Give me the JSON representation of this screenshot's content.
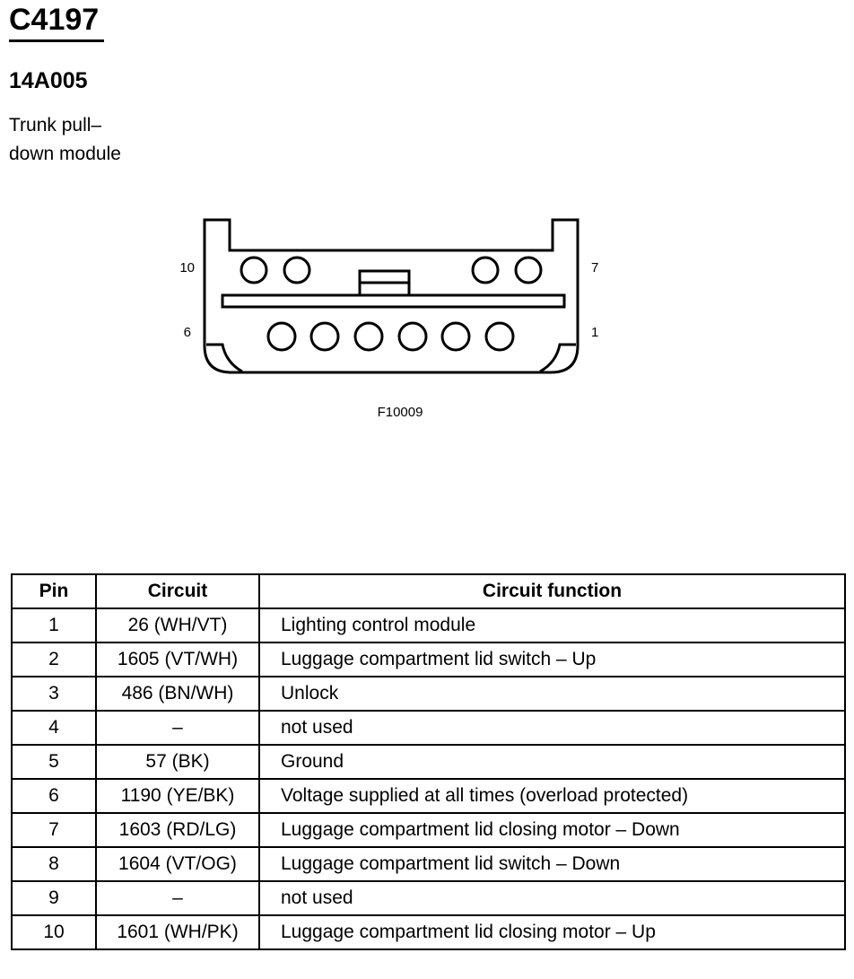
{
  "header": {
    "connector_id": "C4197",
    "part_number": "14A005",
    "description_line1": "Trunk pull–",
    "description_line2": "down module"
  },
  "diagram": {
    "label_top_left": "10",
    "label_top_right": "7",
    "label_bottom_left": "6",
    "label_bottom_right": "1",
    "figure_id": "F10009"
  },
  "table": {
    "headers": [
      "Pin",
      "Circuit",
      "Circuit function"
    ],
    "rows": [
      {
        "pin": "1",
        "circuit": "26 (WH/VT)",
        "function": "Lighting control module"
      },
      {
        "pin": "2",
        "circuit": "1605 (VT/WH)",
        "function": "Luggage compartment lid switch – Up"
      },
      {
        "pin": "3",
        "circuit": "486 (BN/WH)",
        "function": "Unlock"
      },
      {
        "pin": "4",
        "circuit": "–",
        "function": "not used"
      },
      {
        "pin": "5",
        "circuit": "57 (BK)",
        "function": "Ground"
      },
      {
        "pin": "6",
        "circuit": "1190 (YE/BK)",
        "function": "Voltage supplied at all times (overload protected)"
      },
      {
        "pin": "7",
        "circuit": "1603 (RD/LG)",
        "function": "Luggage compartment lid closing motor – Down"
      },
      {
        "pin": "8",
        "circuit": "1604 (VT/OG)",
        "function": "Luggage compartment lid switch – Down"
      },
      {
        "pin": "9",
        "circuit": "–",
        "function": "not used"
      },
      {
        "pin": "10",
        "circuit": "1601 (WH/PK)",
        "function": "Luggage compartment lid closing motor – Up"
      }
    ]
  }
}
